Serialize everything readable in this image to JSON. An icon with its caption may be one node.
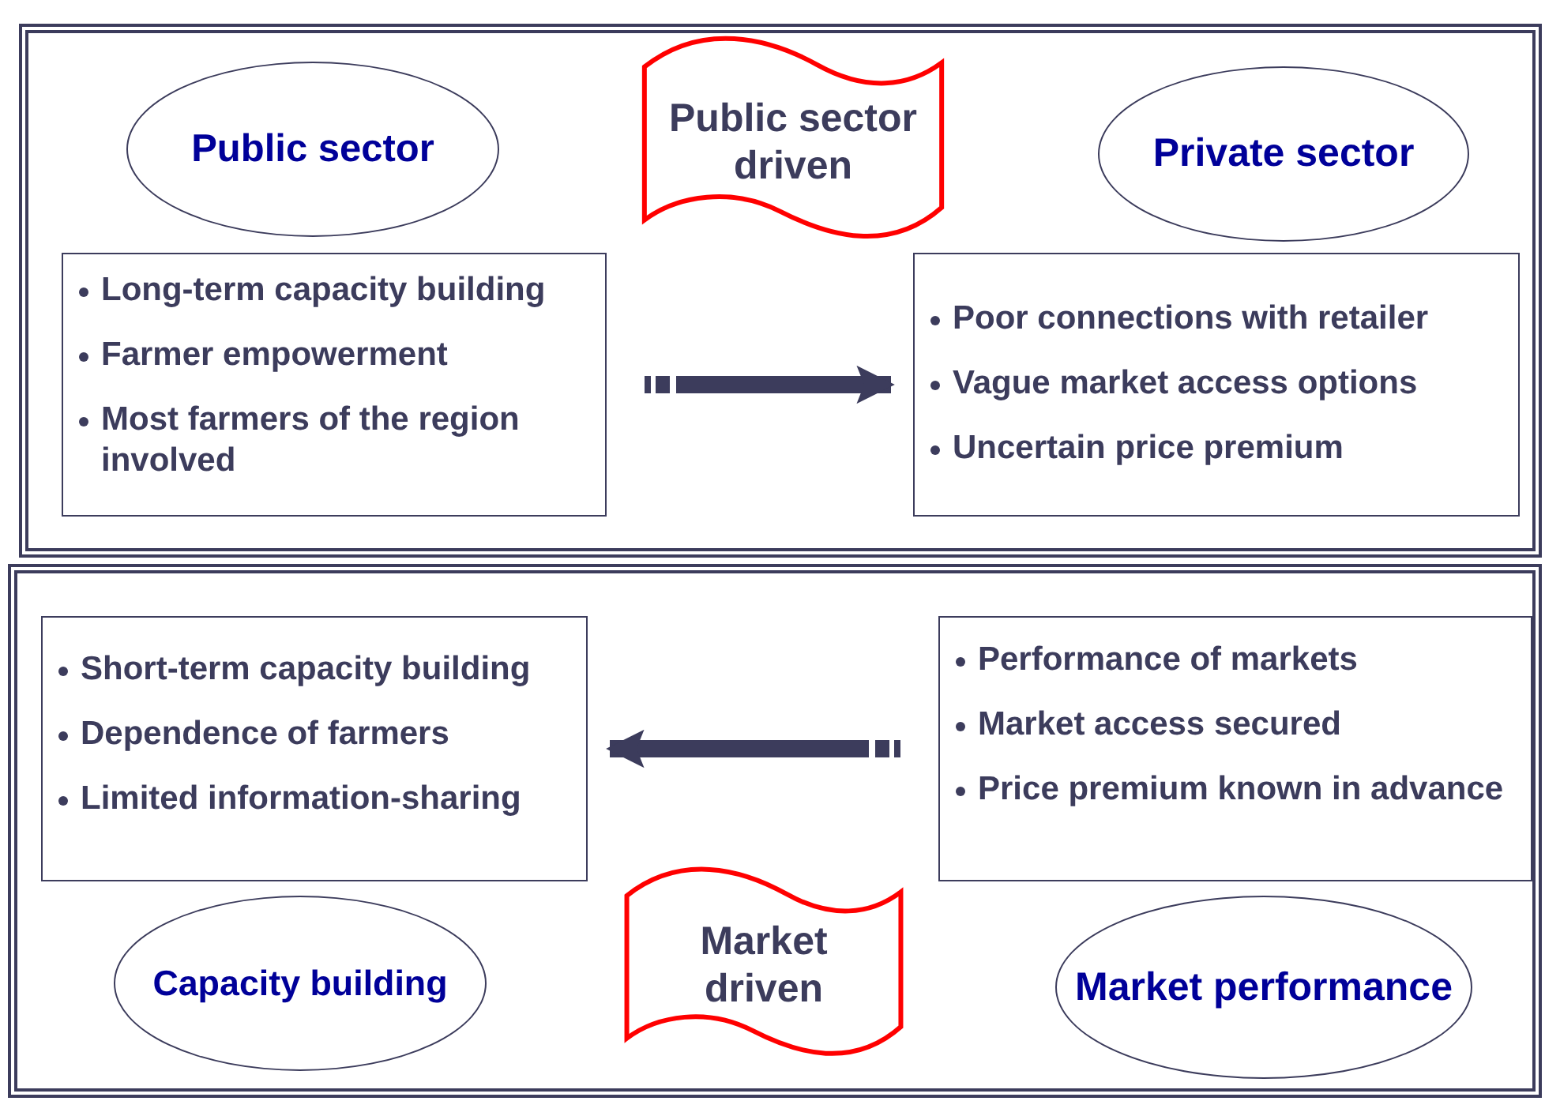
{
  "diagram": {
    "nodes": [
      {
        "text": [],
        "shape": "box"
      },
      {
        "text": [
          "Public sector"
        ],
        "in": 0
      },
      {
        "text": [
          "Public sector driven"
        ],
        "in": 0
      },
      {
        "text": [
          "Private sector"
        ],
        "in": 0
      },
      {
        "text": [
          "Long-term capacity building",
          "Farmer empowerment",
          "Most farmers of the region involved"
        ],
        "in": 0
      },
      {
        "text": [
          "Poor connections with retailer",
          "Vague market access options",
          "Uncertain price premium"
        ],
        "in": 0
      },
      {
        "text": [],
        "shape": "box"
      },
      {
        "text": [
          "Short-term capacity building",
          "Dependence of farmers",
          "Limited information-sharing"
        ],
        "in": 6
      },
      {
        "text": [
          "Performance of markets",
          "Market access secured",
          "Price premium known in advance"
        ],
        "in": 6
      },
      {
        "text": [
          "Capacity building"
        ],
        "in": 6
      },
      {
        "text": [
          "Market driven"
        ],
        "in": 6
      },
      {
        "text": [
          "Market performance"
        ],
        "in": 6
      }
    ],
    "edges": [
      {
        "from": 4,
        "to": 5,
        "arrow": "to"
      },
      {
        "from": 8,
        "to": 7,
        "arrow": "to"
      }
    ]
  }
}
